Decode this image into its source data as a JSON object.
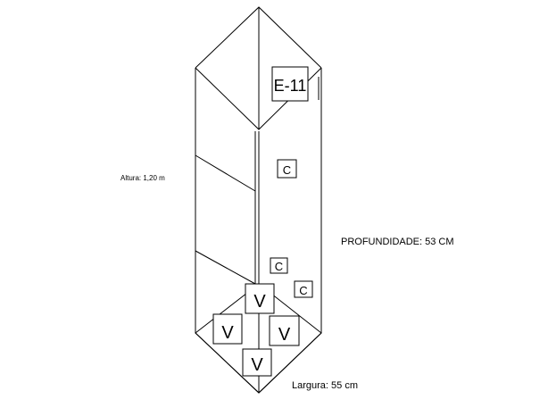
{
  "diagram": {
    "dimensions": {
      "height": "Altura: 1,20 m",
      "depth": "PROFUNDIDADE: 53 CM",
      "width": "Largura: 55 cm"
    },
    "labels": {
      "id": "E-11",
      "c1": "C",
      "c2": "C",
      "c3": "C",
      "v_top": "V",
      "v_left": "V",
      "v_right": "V",
      "v_bottom": "V"
    },
    "line_color": "#000000",
    "background": "#ffffff"
  }
}
